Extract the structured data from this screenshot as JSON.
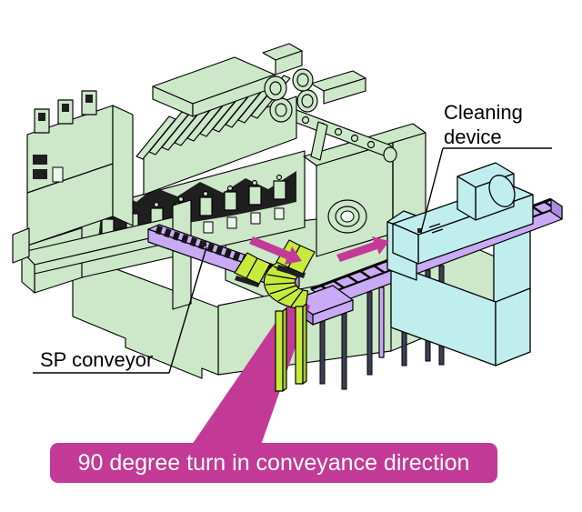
{
  "labels": {
    "cleaning_device_line1": "Cleaning",
    "cleaning_device_line2": "device",
    "sp_conveyor": "SP conveyor"
  },
  "callout": {
    "text": "90 degree turn in conveyance direction"
  },
  "components": {
    "machine": "machine-body",
    "sp_conveyor": "sp-conveyor",
    "turn_unit": "90-degree-turn-unit",
    "main_conveyor": "main-conveyor",
    "cleaning_device": "cleaning-device",
    "arrows": "conveyance-direction-arrows"
  },
  "colors": {
    "machine_green": "#cde7c9",
    "conveyor_purple": "#c9abf5",
    "turn_unit_green": "#c7ea3d",
    "cleaning_device_cyan": "#c0eeee",
    "accent_magenta": "#c23a96",
    "outline": "#000000",
    "background": "#ffffff"
  }
}
